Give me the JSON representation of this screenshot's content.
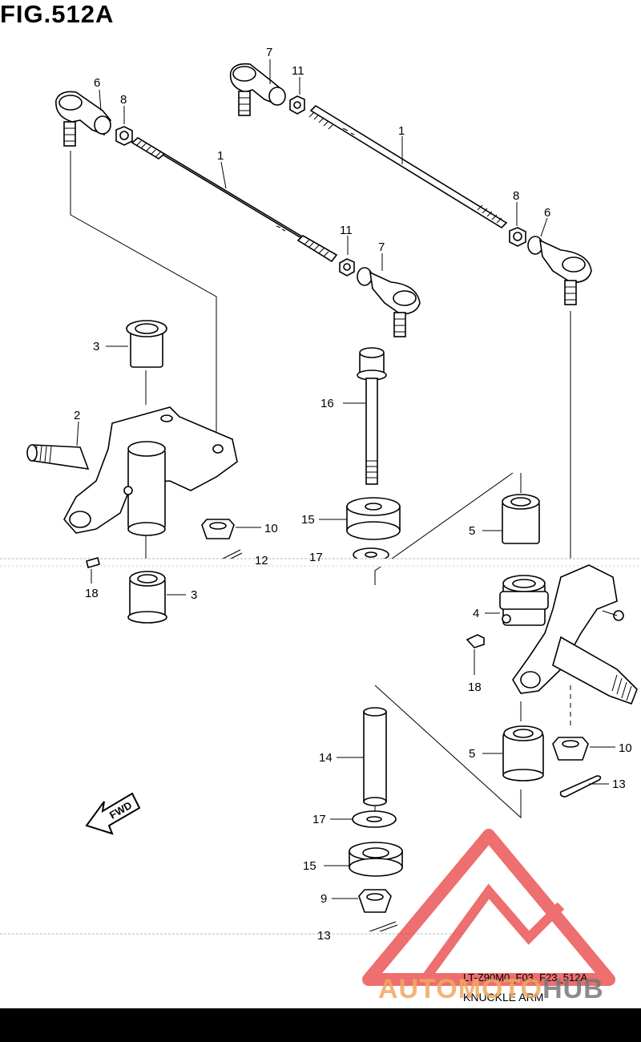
{
  "title": "FIG.512A",
  "footer": {
    "code": "LT-Z90M0_F03_F23_512A",
    "name": "KNUCKLE ARM"
  },
  "watermark": {
    "brand_a": "AUTOMOTO",
    "brand_b": "HUB",
    "logo": "triangle-mountain-logo",
    "color": "#e84040"
  },
  "arrow_label": "FWD",
  "callouts": [
    {
      "id": "c6a",
      "label": "6"
    },
    {
      "id": "c8a",
      "label": "8"
    },
    {
      "id": "c7a",
      "label": "7"
    },
    {
      "id": "c11a",
      "label": "11"
    },
    {
      "id": "c1a",
      "label": "1"
    },
    {
      "id": "c1b",
      "label": "1"
    },
    {
      "id": "c11b",
      "label": "11"
    },
    {
      "id": "c7b",
      "label": "7"
    },
    {
      "id": "c8b",
      "label": "8"
    },
    {
      "id": "c6b",
      "label": "6"
    },
    {
      "id": "c3a",
      "label": "3"
    },
    {
      "id": "c16",
      "label": "16"
    },
    {
      "id": "c2",
      "label": "2"
    },
    {
      "id": "c10a",
      "label": "10"
    },
    {
      "id": "c15a",
      "label": "15"
    },
    {
      "id": "c5a",
      "label": "5"
    },
    {
      "id": "c17a",
      "label": "17"
    },
    {
      "id": "c12",
      "label": "12"
    },
    {
      "id": "c18a",
      "label": "18"
    },
    {
      "id": "c3b",
      "label": "3"
    },
    {
      "id": "c4",
      "label": "4"
    },
    {
      "id": "c18b",
      "label": "18"
    },
    {
      "id": "c14",
      "label": "14"
    },
    {
      "id": "c5b",
      "label": "5"
    },
    {
      "id": "c10b",
      "label": "10"
    },
    {
      "id": "c13",
      "label": "13"
    },
    {
      "id": "c17b",
      "label": "17"
    },
    {
      "id": "c15b",
      "label": "15"
    },
    {
      "id": "c9",
      "label": "9"
    },
    {
      "id": "c13b",
      "label": "13"
    }
  ]
}
